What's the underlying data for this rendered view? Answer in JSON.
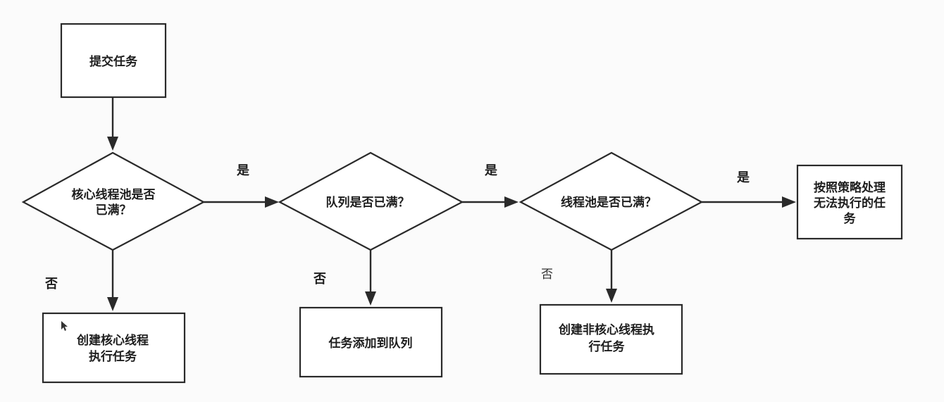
{
  "nodes": {
    "submit_task": {
      "lines": [
        "提交任务"
      ]
    },
    "core_pool_full": {
      "lines": [
        "核心线程池是否",
        "已满？"
      ]
    },
    "queue_full": {
      "lines": [
        "队列是否已满？"
      ]
    },
    "pool_full": {
      "lines": [
        "线程池是否已满？"
      ]
    },
    "reject_policy": {
      "lines": [
        "按照策略处理",
        "无法执行的任",
        "务"
      ]
    },
    "create_core_thread": {
      "lines": [
        "创建核心线程",
        "执行任务"
      ]
    },
    "add_to_queue": {
      "lines": [
        "任务添加到队列"
      ]
    },
    "create_noncore_thread": {
      "lines": [
        "创建非核心线程执",
        "行任务"
      ]
    }
  },
  "edge_labels": {
    "yes": "是",
    "no": "否"
  }
}
